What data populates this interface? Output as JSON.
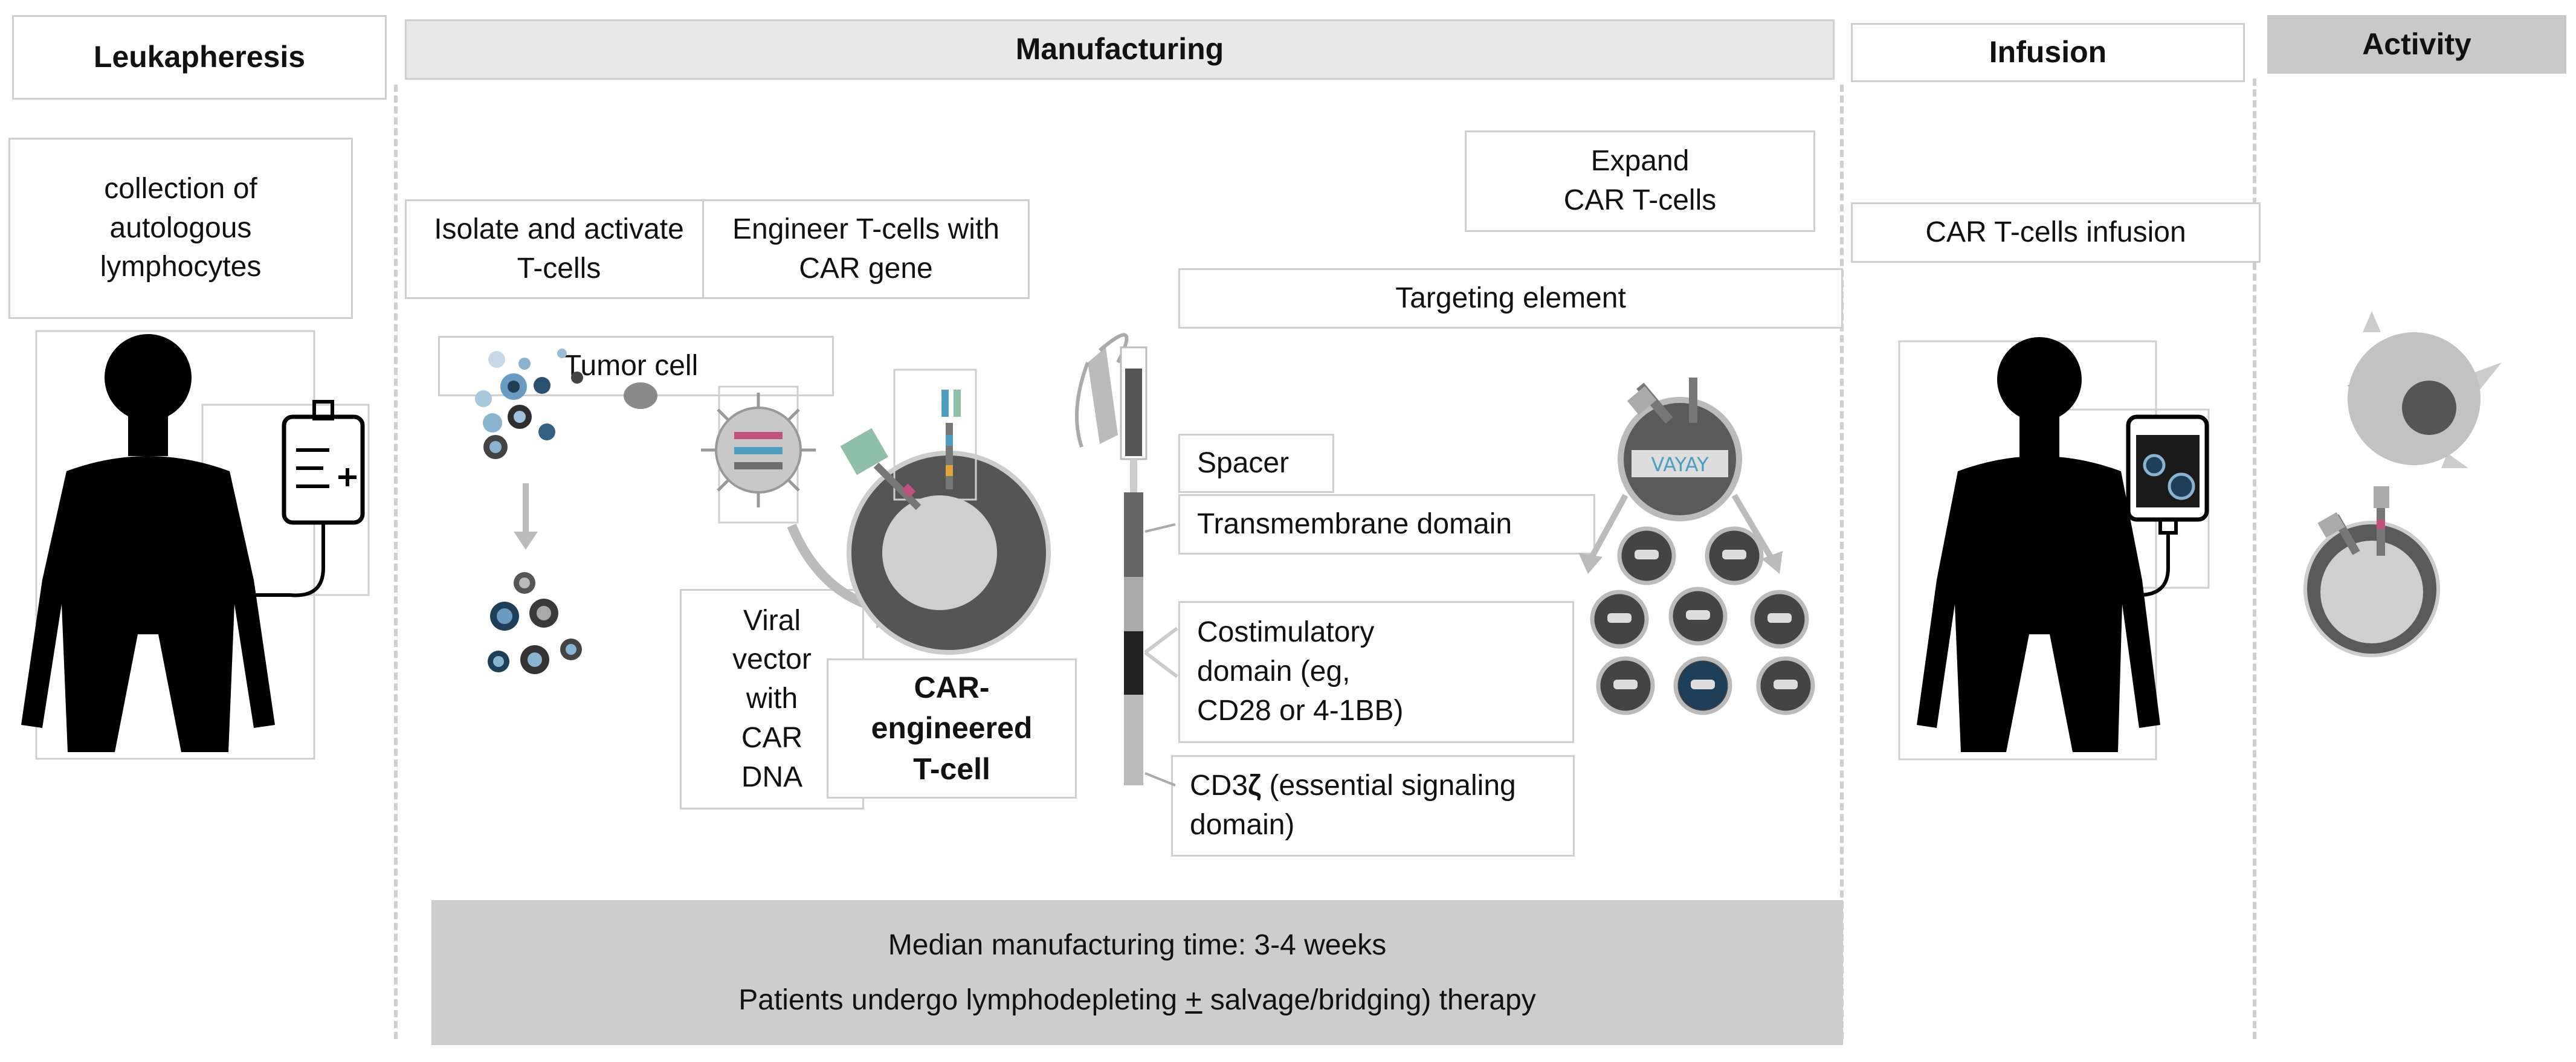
{
  "stages": {
    "leukapheresis": "Leukapheresis",
    "manufacturing": "Manufacturing",
    "infusion": "Infusion",
    "activity": "Activity"
  },
  "labels": {
    "collection": "collection of\nautologous\nlymphocytes",
    "isolate": "Isolate and activate\nT-cells",
    "engineer": "Engineer T-cells with\nCAR gene",
    "expand": "Expand\nCAR T-cells",
    "targeting": "Targeting element",
    "tumor_cell": "Tumor cell",
    "viral_vector": "Viral\nvector\nwith\nCAR\nDNA",
    "car_engineered": "CAR-\nengineered\nT-cell",
    "spacer": "Spacer",
    "transmembrane": "Transmembrane domain",
    "costimulatory": "Costimulatory\ndomain (eg,\nCD28 or 4-1BB)",
    "cd3_prefix": "CD3",
    "cd3_zeta": "ζ",
    "cd3_suffix": " (essential signaling\ndomain)",
    "car_infusion": "CAR T-cells infusion"
  },
  "footer": {
    "line1": "Median manufacturing time: 3-4 weeks",
    "line2_a": "Patients undergo lymphodepleting ",
    "line2_pm": "+",
    "line2_b": " salvage/bridging) therapy"
  }
}
